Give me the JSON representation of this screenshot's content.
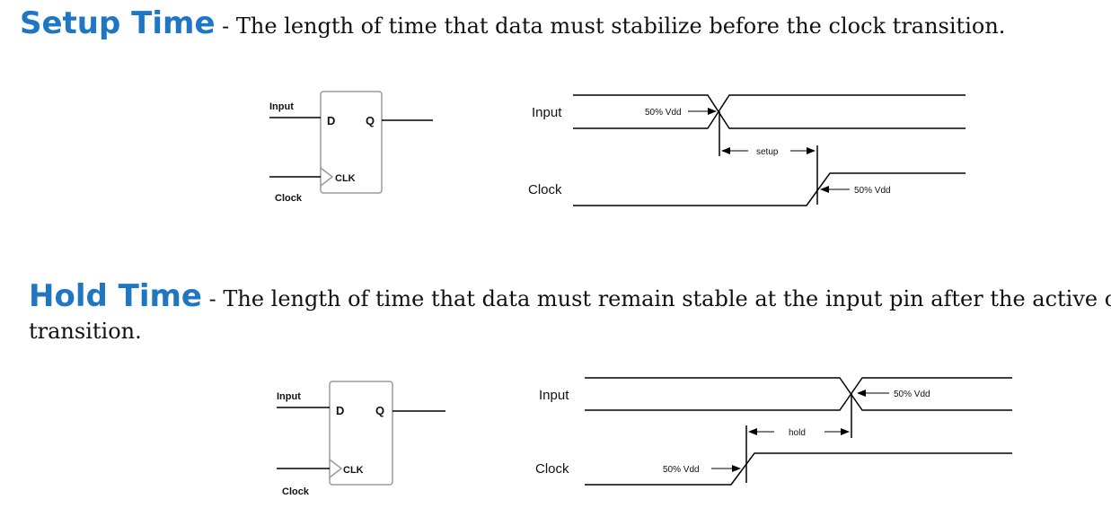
{
  "setup": {
    "term": "Setup Time",
    "description": " - The length of time that data must stabilize before the clock transition.",
    "flipflop": {
      "input_label": "Input",
      "clock_label": "Clock",
      "d_label": "D",
      "q_label": "Q",
      "clk_label": "CLK"
    },
    "timing": {
      "input_label": "Input",
      "clock_label": "Clock",
      "input_threshold": "50% Vdd",
      "clock_threshold": "50% Vdd",
      "interval_label": "setup"
    }
  },
  "hold": {
    "term": "Hold Time",
    "description": " - The length of time that data must remain stable at the input pin after the active clock",
    "description_wrap": "transition.",
    "flipflop": {
      "input_label": "Input",
      "clock_label": "Clock",
      "d_label": "D",
      "q_label": "Q",
      "clk_label": "CLK"
    },
    "timing": {
      "input_label": "Input",
      "clock_label": "Clock",
      "input_threshold": "50% Vdd",
      "clock_threshold": "50% Vdd",
      "interval_label": "hold"
    }
  },
  "colors": {
    "heading": "#1f77c4",
    "box_border": "#9a9a9a",
    "line": "#000000"
  }
}
